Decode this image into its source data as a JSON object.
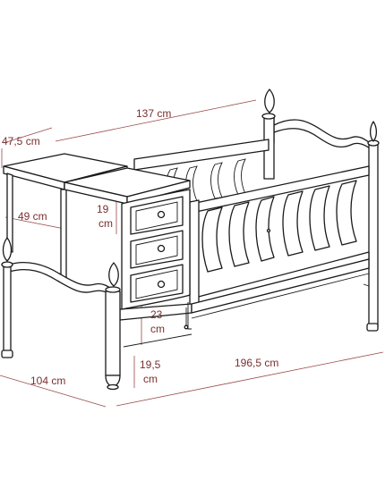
{
  "dimensions": {
    "depth_top": "47,5 cm",
    "width_top": "137 cm",
    "cabinet_depth": "49 cm",
    "drawer_height_line1": "19",
    "drawer_height_line2": "cm",
    "rail_height_line1": "23",
    "rail_height_line2": "cm",
    "floor_gap_line1": "19,5",
    "floor_gap_line2": "cm",
    "depth_bottom": "104 cm",
    "length_bottom": "196,5 cm"
  },
  "colors": {
    "dimension": "#7a2f2f",
    "outline": "#1a1a1a"
  }
}
